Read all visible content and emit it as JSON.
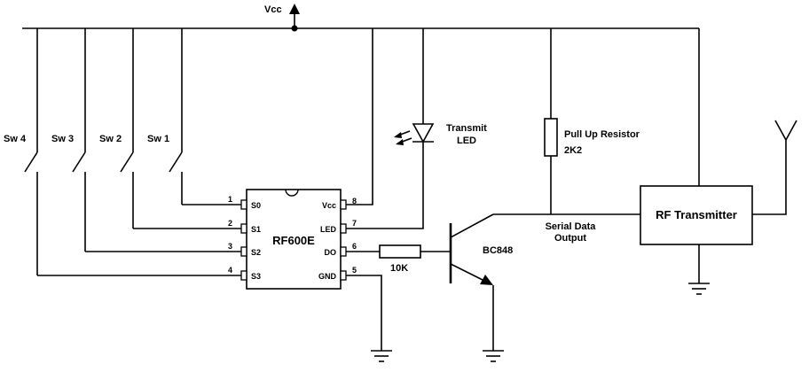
{
  "supply": {
    "label": "Vcc"
  },
  "switches": [
    {
      "label": "Sw 4"
    },
    {
      "label": "Sw 3"
    },
    {
      "label": "Sw 2"
    },
    {
      "label": "Sw 1"
    }
  ],
  "ic": {
    "name": "RF600E",
    "left_pins": [
      {
        "num": "1",
        "name": "S0"
      },
      {
        "num": "2",
        "name": "S1"
      },
      {
        "num": "3",
        "name": "S2"
      },
      {
        "num": "4",
        "name": "S3"
      }
    ],
    "right_pins": [
      {
        "num": "8",
        "name": "Vcc"
      },
      {
        "num": "7",
        "name": "LED"
      },
      {
        "num": "6",
        "name": "DO"
      },
      {
        "num": "5",
        "name": "GND"
      }
    ]
  },
  "led": {
    "label_line1": "Transmit",
    "label_line2": "LED"
  },
  "base_resistor": {
    "value": "10K"
  },
  "transistor": {
    "label": "BC848"
  },
  "pullup": {
    "label": "Pull Up Resistor",
    "value": "2K2"
  },
  "serial": {
    "label_line1": "Serial Data",
    "label_line2": "Output"
  },
  "transmitter": {
    "label": "RF Transmitter"
  }
}
